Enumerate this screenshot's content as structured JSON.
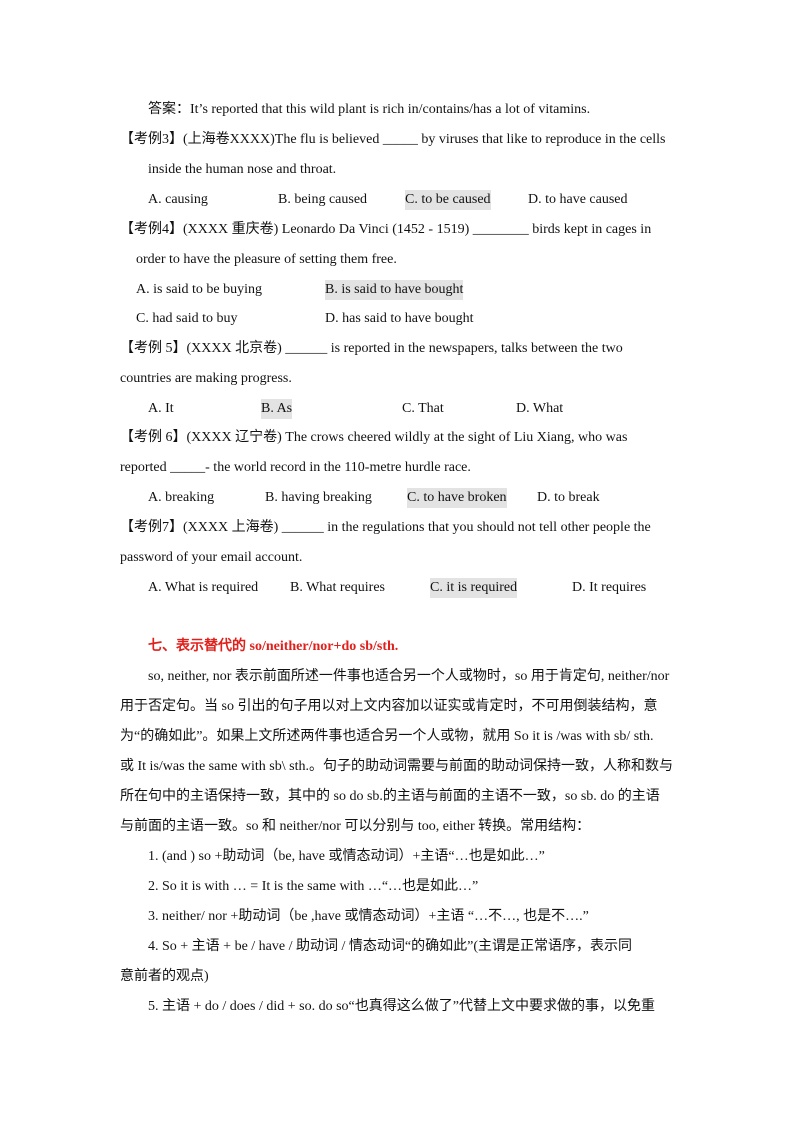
{
  "answer_line": "答案：It’s reported that  this wild plant is rich in/contains/has a lot of vitamins.",
  "ex3": {
    "line1": "【考例3】(上海卷XXXX)The flu is believed _____ by viruses that like to reproduce in the cells",
    "line2": "inside the human nose and throat.",
    "options": [
      "A. causing",
      "B. being caused",
      "C. to be caused",
      "D. to have caused"
    ]
  },
  "ex4": {
    "line1": "【考例4】(XXXX 重庆卷)  Leonardo Da Vinci (1452 - 1519) ________ birds kept in cages in",
    "line2": "order to have the pleasure of setting them free.",
    "options": [
      "A. is said to be buying",
      "B. is said to have bought",
      "C. had said to buy",
      "D. has said to have bought"
    ]
  },
  "ex5": {
    "line1": "【考例 5】(XXXX 北京卷)  ______  is  reported  in  the  newspapers,  talks  between  the  two",
    "line2": "countries are making progress.",
    "options": [
      "A. It",
      "B. As",
      "C. That",
      "D. What"
    ]
  },
  "ex6": {
    "line1": "【考例 6】(XXXX 辽宁卷) The crows cheered wildly at the sight of Liu Xiang, who was",
    "line2": "reported _____- the world record in the 110-metre hurdle race.",
    "options": [
      "A. breaking",
      "B. having breaking",
      "C. to have broken",
      "D. to break"
    ]
  },
  "ex7": {
    "line1": "【考例7】(XXXX 上海卷) ______ in the regulations that you should not tell other people the",
    "line2": "password of your email account.",
    "options": [
      "A. What is required",
      "B. What requires",
      "C. it is required",
      "D. It requires"
    ]
  },
  "section_heading": "七、表示替代的 so/neither/nor+do sb/sth.",
  "body_lines": [
    "so, neither, nor 表示前面所述一件事也适合另一个人或物时，so 用于肯定句, neither/nor",
    "用于否定句。当  so 引出的句子用以对上文内容加以证实或肯定时，不可用倒装结构，意",
    "为“的确如此”。如果上文所述两件事也适合另一个人或物，就用   So it is /was with sb/ sth.",
    "或 It is/was the same with sb\\ sth.。句子的助动词需要与前面的助动词保持一致，人称和数与",
    "所在句中的主语保持一致，其中的 so do sb.的主语与前面的主语不一致，so  sb.  do 的主语",
    "与前面的主语一致。so 和  neither/nor 可以分别与 too, either 转换。常用结构："
  ],
  "structures": [
    "1. (and ) so +助动词（be, have  或情态动词）+主语“…也是如此…”",
    "2. So it is with … = It is the same with …“…也是如此…”",
    "3. neither/ nor +助动词（be ,have  或情态动词）+主语  “…不…,  也是不….”",
    "4. So +  主语  + be / have /  助动词  /  情态动词“的确如此”(主谓是正常语序，表示同",
    "意前者的观点)",
    "5.  主语  + do / does / did + so. do so“也真得这么做了”代替上文中要求做的事，以免重"
  ]
}
